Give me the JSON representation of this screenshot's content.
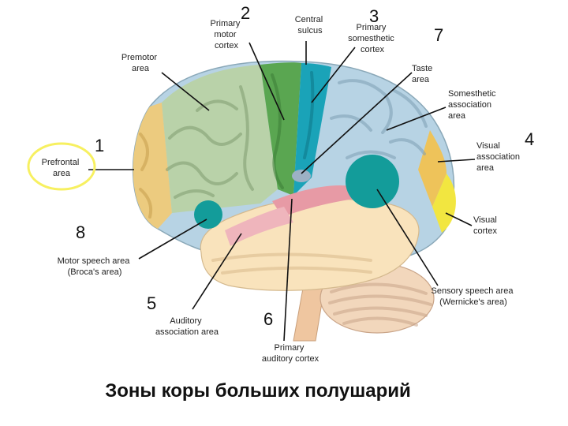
{
  "numbers": {
    "n1": "1",
    "n2": "2",
    "n3": "3",
    "n4": "4",
    "n5": "5",
    "n6": "6",
    "n7": "7",
    "n8": "8"
  },
  "labels": {
    "primary_motor": [
      "Primary",
      "motor",
      "cortex"
    ],
    "central_sulcus": [
      "Central",
      "sulcus"
    ],
    "primary_somesthetic": [
      "Primary",
      "somesthetic",
      "cortex"
    ],
    "premotor": [
      "Premotor",
      "area"
    ],
    "taste": [
      "Taste",
      "area"
    ],
    "somesthetic_assoc": [
      "Somesthetic",
      "association",
      "area"
    ],
    "prefrontal": [
      "Prefrontal",
      "area"
    ],
    "visual_assoc": [
      "Visual",
      "association",
      "area"
    ],
    "visual_cortex": [
      "Visual",
      "cortex"
    ],
    "broca": [
      "Motor speech area",
      "(Broca's area)"
    ],
    "wernicke": [
      "Sensory speech area",
      "(Wernicke's area)"
    ],
    "auditory_assoc": [
      "Auditory",
      "association area"
    ],
    "primary_auditory": [
      "Primary",
      "auditory cortex"
    ]
  },
  "caption": "Зоны коры больших полушарий",
  "colors": {
    "prefrontal": "#eccb7f",
    "premotor": "#b9d2a9",
    "motor": "#5aa651",
    "somesthetic": "#1aa3b8",
    "assoc": "#b7d3e4",
    "visual_assoc": "#eec35a",
    "visual": "#f2e640",
    "temporal": "#f9e3bc",
    "auditory": "#e79aa5",
    "speech": "#139c9a",
    "cerebellum": "#f2d7bc",
    "highlight": "#f7f060"
  }
}
